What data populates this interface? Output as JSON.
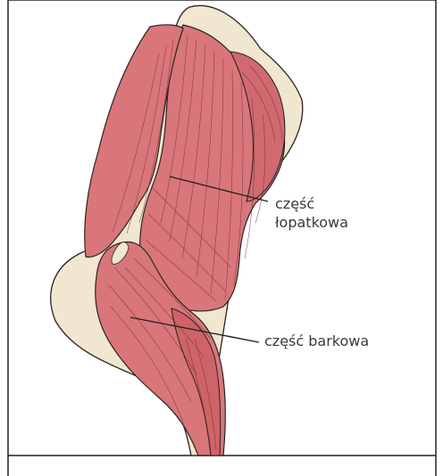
{
  "labels": {
    "scapular_part_line1": "część",
    "scapular_part_line2": "łopatkowa",
    "acromial_part": "część barkowa"
  },
  "colors": {
    "muscle": "#d9767a",
    "muscle_dark": "#c45c62",
    "fiber": "#6e2a2e",
    "tendon": "#f1e6cf",
    "outline": "#2b2323",
    "frame": "#222222",
    "leader": "#222222"
  }
}
